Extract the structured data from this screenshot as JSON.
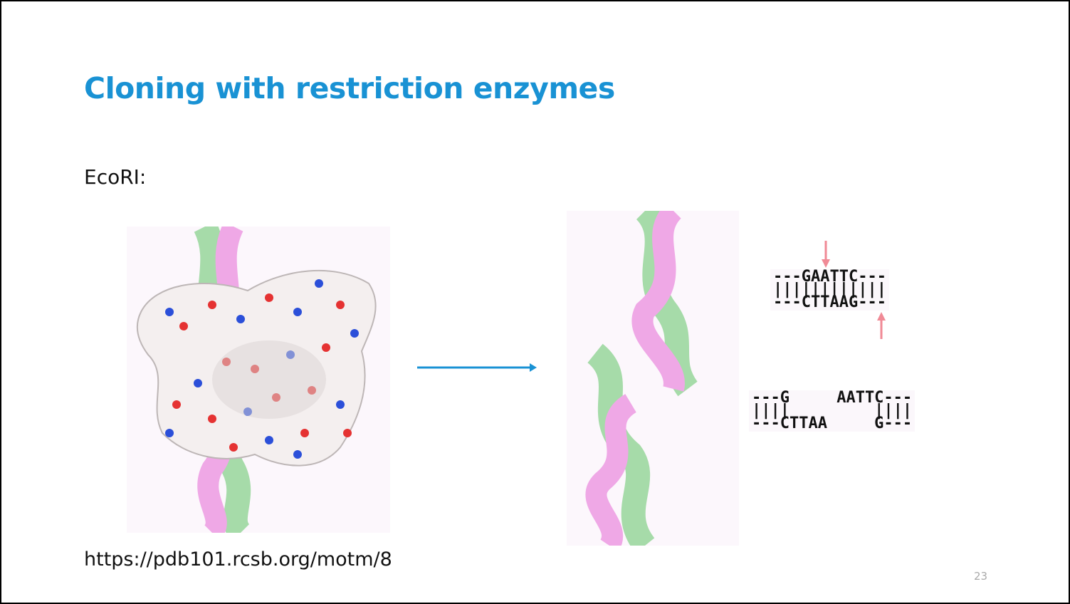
{
  "slide": {
    "title": "Cloning with restriction enzymes",
    "enzyme_label": "EcoRI:",
    "source_url": "https://pdb101.rcsb.org/motm/8",
    "page_number": "23"
  },
  "diagram": {
    "intact_site": {
      "top": "---GAATTC---",
      "bonds": "||||||||||||",
      "bottom": "---CTTAAG---"
    },
    "cut_site": {
      "top": "---G     AATTC---",
      "bonds": "||||         ||||",
      "bottom": "---CTTAA     G---"
    }
  },
  "colors": {
    "title": "#1992d4",
    "arrow": "#1992d4",
    "cut_arrow": "#f08a96",
    "dna_strand_a": "#a6dba9",
    "dna_strand_b": "#efa8e6",
    "protein": "#ffffff"
  },
  "icons": {
    "process_arrow": "right-arrow-icon",
    "cut_marker": "cut-arrow-icon"
  }
}
